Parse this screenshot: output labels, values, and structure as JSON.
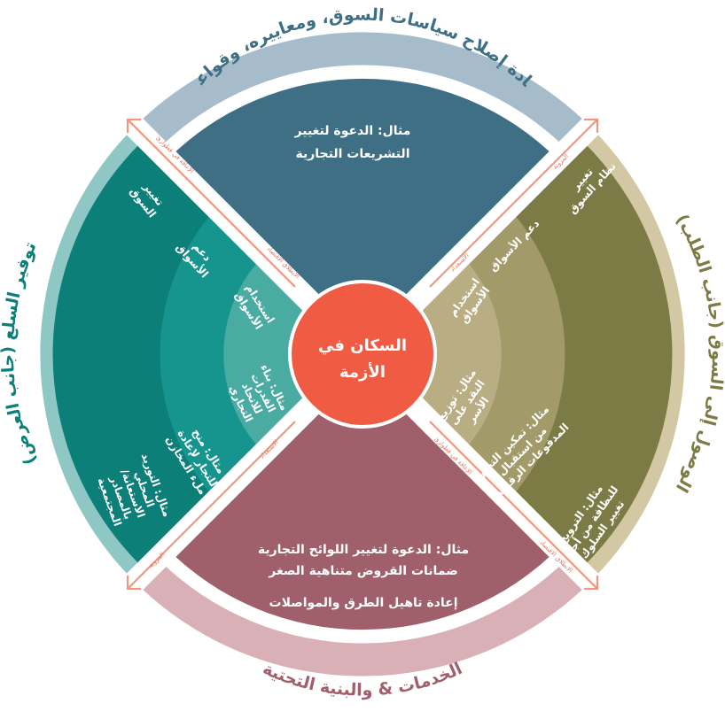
{
  "colors": {
    "top_outer": "#a6bccb",
    "top_wedge": "#3f6f85",
    "bottom_outer": "#d8b0b6",
    "bottom_wedge": "#a0606b",
    "left_outer": "#8ec7c4",
    "left_r3": "#0b7f78",
    "left_r2": "#16958f",
    "left_r1": "#4aaba3",
    "right_outer": "#d2c8a4",
    "right_r3": "#7c7b46",
    "right_r2": "#a29b69",
    "right_r1": "#b9ad84",
    "center": "#ef5b43",
    "arrow": "#f2967c"
  },
  "outer": {
    "top": "إعادة إصلاح سياسات السوق، ومعاييره، وقواعده",
    "bottom": "الخدمات & والبنية التحتية",
    "left": "توفير السلع (جانب العرض)",
    "right": "الوصول إلى السوق (جانب الطلب)"
  },
  "top_wedge": {
    "line1": "مثال: الدعوة لتغيير",
    "line2": "التشريعات التجارية"
  },
  "bottom_wedge": {
    "line1": "مثال: الدعوة لتغيير اللوائح التجارية",
    "line2": "ضمانات القروض متناهية الصغر",
    "line3": "إعادة تاهيل الطرق والمواصلات"
  },
  "left": {
    "r3_title": [
      "تغيير",
      "السوق"
    ],
    "r2_title": [
      "دعم",
      "الأسواق"
    ],
    "r1_title": [
      "استخدام",
      "الأسواق"
    ],
    "r3_example": [
      "مثال: التوريد",
      "المحلي",
      "/الاستعانة",
      "بالمصادر",
      "المجتمعية"
    ],
    "r2_example": [
      "مثال: منح",
      "للتجار لإعادة",
      "ملء المخازن"
    ],
    "r1_example": [
      "مثال: بناء",
      "القدرات",
      "للاتحاد",
      "التجاري"
    ]
  },
  "right": {
    "r3_title": [
      "تغيير",
      "نظام السوق"
    ],
    "r2_title": [
      "دعم الأسواق"
    ],
    "r1_title": [
      "استخدام",
      "الأسواق"
    ],
    "r3_example": [
      "مثال: الترويج",
      "للنظافة من أجل",
      "تغيير السلوك"
    ],
    "r2_example": [
      "مثال: تمكين التجار",
      "من استقبال",
      "المدفوعات الرقمية"
    ],
    "r1_example": [
      "مثال: توزيع",
      "النقد على",
      "الأسر"
    ]
  },
  "arrows": {
    "tl_outer": "الإعاقة في قطوارئ",
    "tl_inner": "الانطلاق الاقتصاد",
    "tr_outer": "المرونة",
    "tr_inner": "الاستعداد",
    "bl_outer": "المرونة",
    "bl_inner": "الاستعداد",
    "br_outer": "الإعاقة في قطوارئ",
    "br_inner": "الانطلاق الاقتصاد"
  },
  "center": {
    "line1": "السكان في",
    "line2": "الأزمة"
  }
}
